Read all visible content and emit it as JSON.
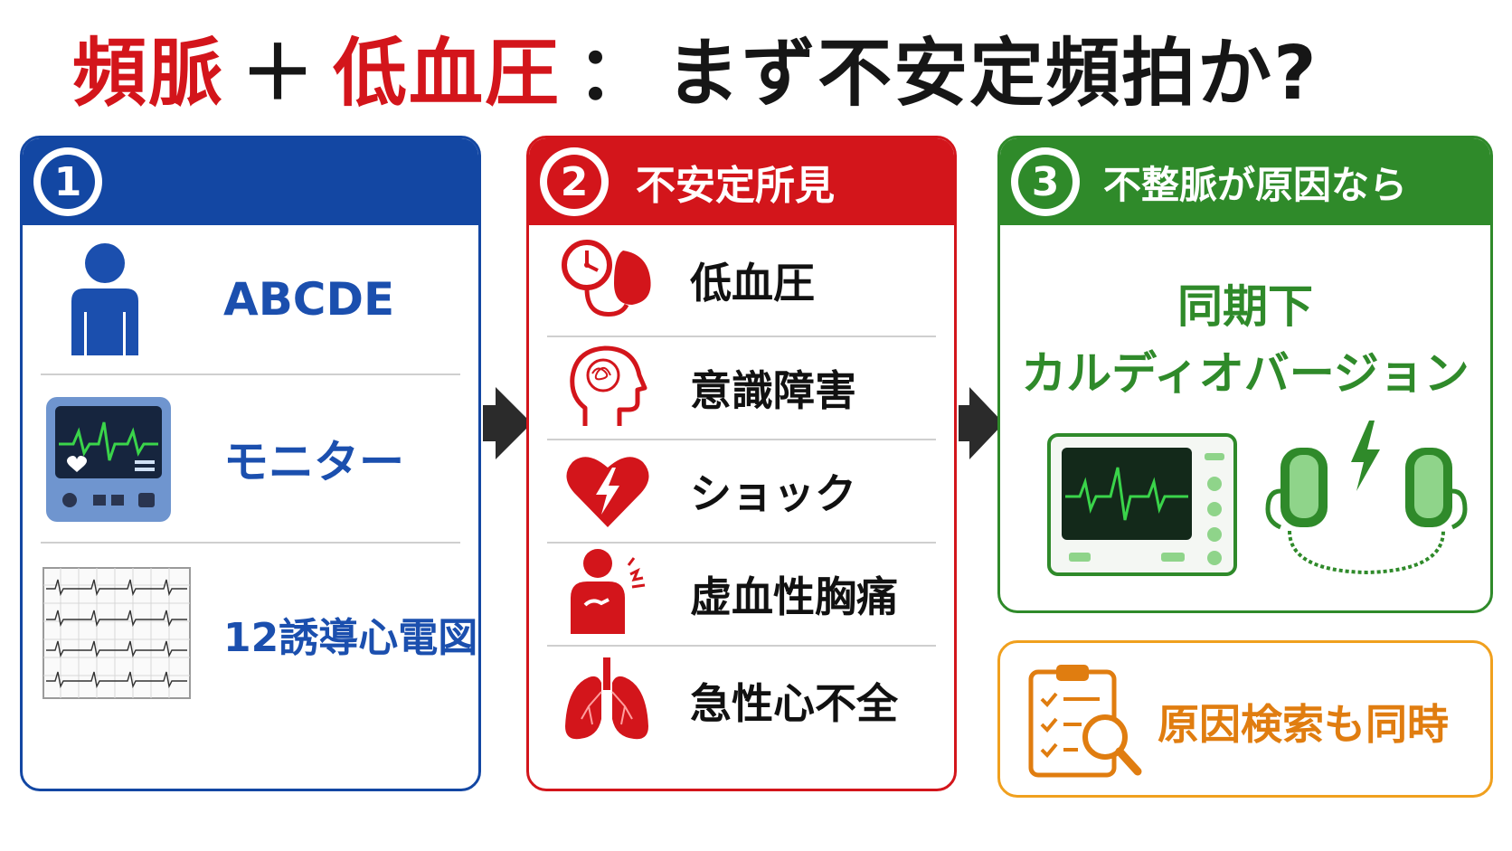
{
  "title": {
    "part1": "頻脈",
    "plus": "＋",
    "part2": "低血圧",
    "colon": "：",
    "part3": "まず不安定頻拍か?"
  },
  "colors": {
    "red": "#d3151b",
    "blue": "#1347a3",
    "green": "#2f8a2a",
    "orange": "#f0a01e"
  },
  "panel1": {
    "number": "1",
    "items": [
      {
        "label": "ABCDE",
        "icon": "person-icon"
      },
      {
        "label": "モニター",
        "icon": "monitor-icon"
      },
      {
        "label": "12誘導心電図",
        "icon": "ecg-paper-icon"
      }
    ]
  },
  "panel2": {
    "number": "2",
    "heading": "不安定所見",
    "items": [
      {
        "label": "低血圧",
        "icon": "blood-pressure-icon"
      },
      {
        "label": "意識障害",
        "icon": "head-brain-icon"
      },
      {
        "label": "ショック",
        "icon": "heart-bolt-icon"
      },
      {
        "label": "虚血性胸痛",
        "icon": "chest-pain-icon"
      },
      {
        "label": "急性心不全",
        "icon": "lungs-icon"
      }
    ]
  },
  "panel3": {
    "number": "3",
    "heading": "不整脈が原因なら",
    "line1": "同期下",
    "line2": "カルディオバージョン",
    "icons": [
      "defibrillator-monitor-icon",
      "paddles-icon"
    ]
  },
  "panel4": {
    "label": "原因検索も同時",
    "icon": "clipboard-search-icon"
  }
}
